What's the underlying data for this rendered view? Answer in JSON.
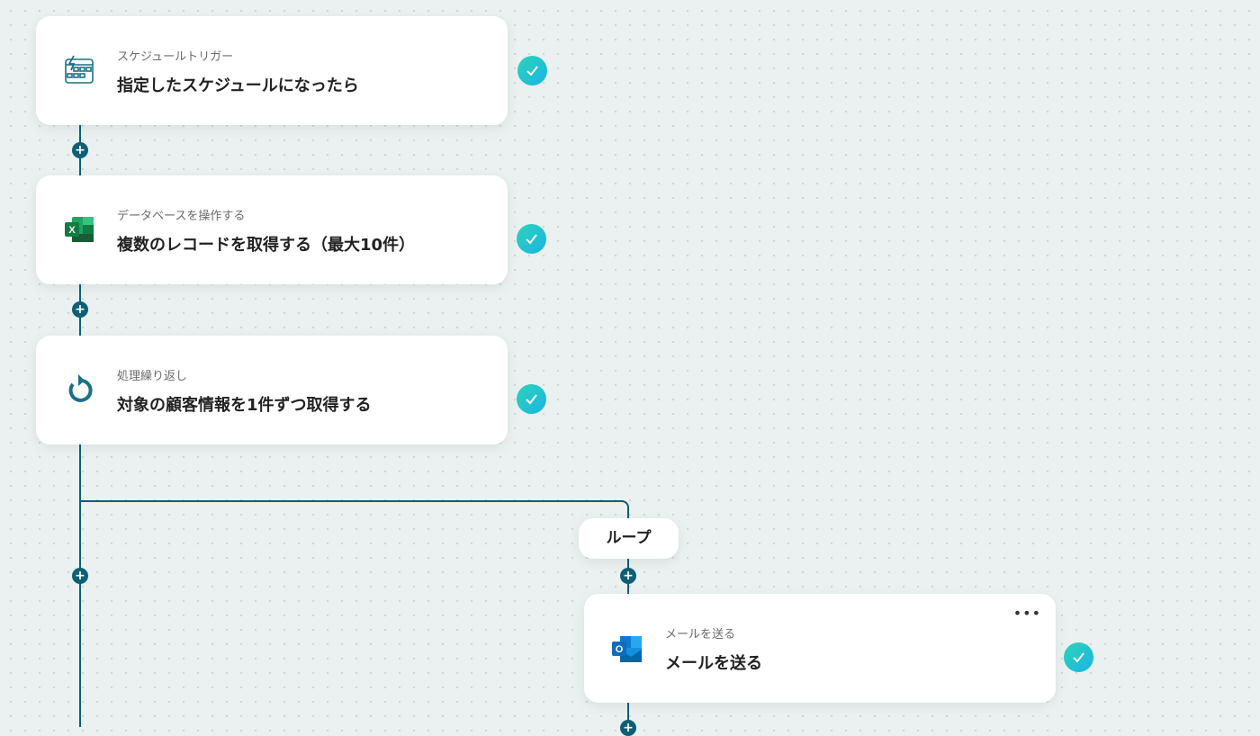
{
  "steps": [
    {
      "subtitle": "スケジュールトリガー",
      "title": "指定したスケジュールになったら",
      "icon": "calendar-bolt-icon"
    },
    {
      "subtitle": "データベースを操作する",
      "title": "複数のレコードを取得する（最大10件）",
      "icon": "excel-icon"
    },
    {
      "subtitle": "処理繰り返し",
      "title": "対象の顧客情報を1件ずつ取得する",
      "icon": "loop-icon"
    },
    {
      "subtitle": "メールを送る",
      "title": "メールを送る",
      "icon": "outlook-icon"
    }
  ],
  "loop_label": "ループ",
  "plus": "+",
  "more": "•••",
  "colors": {
    "line": "#0e5f75",
    "check_start": "#2ed3b7",
    "check_end": "#18b5e6"
  }
}
